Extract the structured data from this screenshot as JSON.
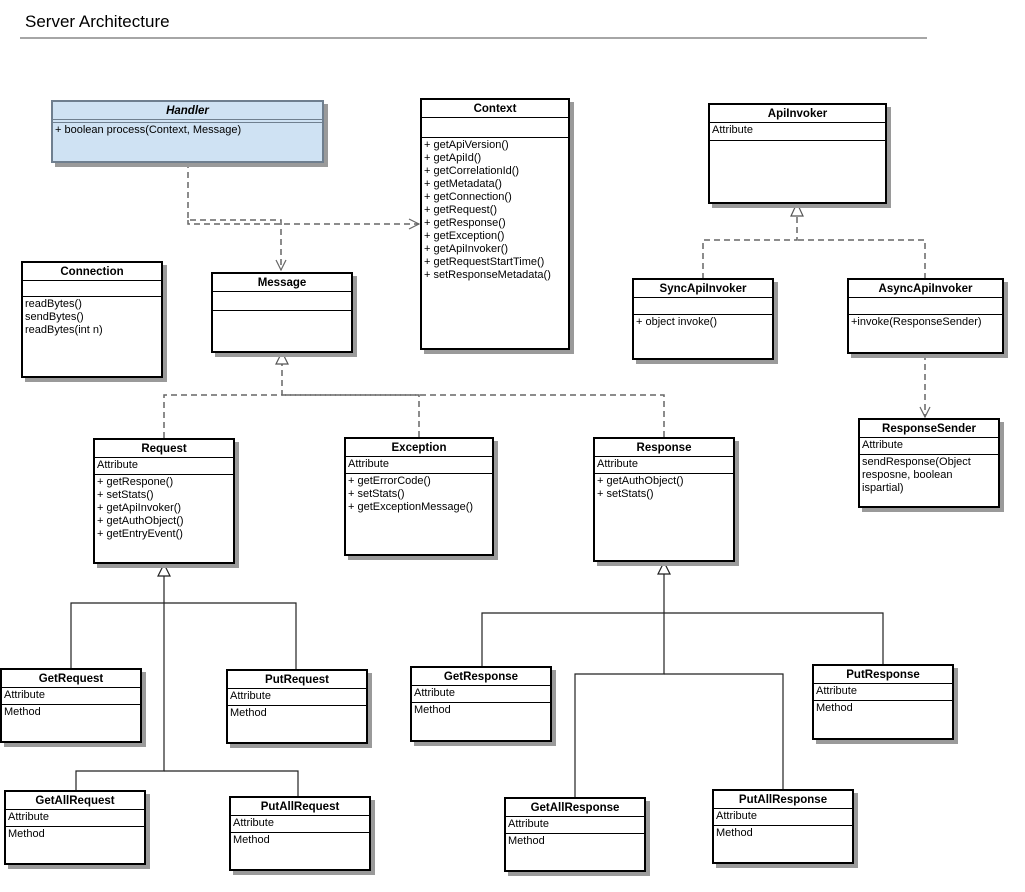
{
  "page": {
    "title": "Server Architecture"
  },
  "classes": [
    {
      "id": "handler",
      "name": "Handler",
      "attributes": [],
      "methods": [
        "+ boolean process(Context, Message)"
      ]
    },
    {
      "id": "context",
      "name": "Context",
      "attributes": [],
      "methods": [
        "+ getApiVersion()",
        "+ getApiId()",
        "+ getCorrelationId()",
        "+ getMetadata()",
        "+ getConnection()",
        "+ getRequest()",
        "+ getResponse()",
        "+ getException()",
        "+ getApiInvoker()",
        "+ getRequestStartTime()",
        "+ setResponseMetadata()"
      ]
    },
    {
      "id": "apiinvoker",
      "name": "ApiInvoker",
      "attributes": [
        "Attribute"
      ],
      "methods": []
    },
    {
      "id": "connection",
      "name": "Connection",
      "attributes": [],
      "methods": [
        "readBytes()",
        "sendBytes()",
        "readBytes(int n)"
      ]
    },
    {
      "id": "message",
      "name": "Message",
      "attributes": [],
      "methods": []
    },
    {
      "id": "syncapiinvoker",
      "name": "SyncApiInvoker",
      "attributes": [],
      "methods": [
        "+ object invoke()"
      ]
    },
    {
      "id": "asyncapiinvoker",
      "name": "AsyncApiInvoker",
      "attributes": [],
      "methods": [
        "+invoke(ResponseSender)"
      ]
    },
    {
      "id": "responsesender",
      "name": "ResponseSender",
      "attributes": [
        "Attribute"
      ],
      "methods": [
        "sendResponse(Object resposne, boolean ispartial)"
      ]
    },
    {
      "id": "request",
      "name": "Request",
      "attributes": [
        "Attribute"
      ],
      "methods": [
        "+ getRespone()",
        "+ setStats()",
        "+ getApiInvoker()",
        "+ getAuthObject()",
        "+ getEntryEvent()"
      ]
    },
    {
      "id": "exception",
      "name": "Exception",
      "attributes": [
        "Attribute"
      ],
      "methods": [
        "+ getErrorCode()",
        "+ setStats()",
        "+ getExceptionMessage()"
      ]
    },
    {
      "id": "response",
      "name": "Response",
      "attributes": [
        "Attribute"
      ],
      "methods": [
        "+ getAuthObject()",
        "+ setStats()"
      ]
    },
    {
      "id": "getrequest",
      "name": "GetRequest",
      "attributes": [
        "Attribute"
      ],
      "methods": [
        "Method"
      ]
    },
    {
      "id": "putrequest",
      "name": "PutRequest",
      "attributes": [
        "Attribute"
      ],
      "methods": [
        "Method"
      ]
    },
    {
      "id": "getallrequest",
      "name": "GetAllRequest",
      "attributes": [
        "Attribute"
      ],
      "methods": [
        "Method"
      ]
    },
    {
      "id": "putallrequest",
      "name": "PutAllRequest",
      "attributes": [
        "Attribute"
      ],
      "methods": [
        "Method"
      ]
    },
    {
      "id": "getresponse",
      "name": "GetResponse",
      "attributes": [
        "Attribute"
      ],
      "methods": [
        "Method"
      ]
    },
    {
      "id": "putresponse",
      "name": "PutResponse",
      "attributes": [
        "Attribute"
      ],
      "methods": [
        "Method"
      ]
    },
    {
      "id": "getallresponse",
      "name": "GetAllResponse",
      "attributes": [
        "Attribute"
      ],
      "methods": [
        "Method"
      ]
    },
    {
      "id": "putallresponse",
      "name": "PutAllResponse",
      "attributes": [
        "Attribute"
      ],
      "methods": [
        "Method"
      ]
    }
  ],
  "relations": [
    {
      "from": "handler",
      "to": "message",
      "type": "dependency"
    },
    {
      "from": "handler",
      "to": "context",
      "type": "dependency"
    },
    {
      "from": "asyncapiinvoker",
      "to": "responsesender",
      "type": "dependency"
    },
    {
      "from": "syncapiinvoker",
      "to": "apiinvoker",
      "type": "realization"
    },
    {
      "from": "asyncapiinvoker",
      "to": "apiinvoker",
      "type": "realization"
    },
    {
      "from": "request",
      "to": "message",
      "type": "realization"
    },
    {
      "from": "exception",
      "to": "message",
      "type": "realization"
    },
    {
      "from": "response",
      "to": "message",
      "type": "realization"
    },
    {
      "from": "getrequest",
      "to": "request",
      "type": "generalization"
    },
    {
      "from": "putrequest",
      "to": "request",
      "type": "generalization"
    },
    {
      "from": "getallrequest",
      "to": "request",
      "type": "generalization"
    },
    {
      "from": "putallrequest",
      "to": "request",
      "type": "generalization"
    },
    {
      "from": "getresponse",
      "to": "response",
      "type": "generalization"
    },
    {
      "from": "putresponse",
      "to": "response",
      "type": "generalization"
    },
    {
      "from": "getallresponse",
      "to": "response",
      "type": "generalization"
    },
    {
      "from": "putallresponse",
      "to": "response",
      "type": "generalization"
    }
  ]
}
